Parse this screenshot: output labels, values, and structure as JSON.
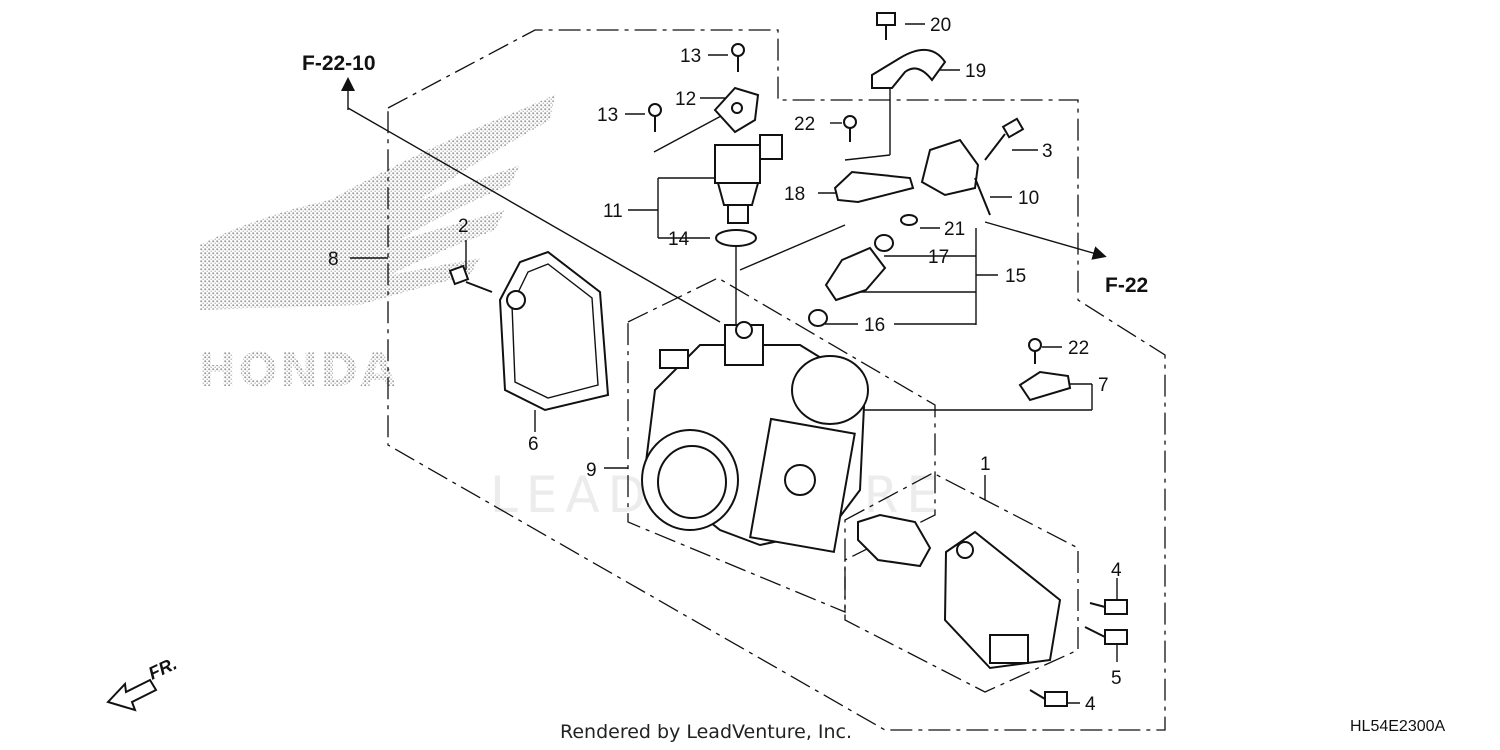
{
  "brand": {
    "logo_text": "HONDA",
    "watermark": "LEADVENTURE"
  },
  "refs": {
    "top_left": "F-22-10",
    "right": "F-22"
  },
  "callouts": {
    "c1": "1",
    "c2": "2",
    "c3": "3",
    "c4a": "4",
    "c4b": "4",
    "c5": "5",
    "c6": "6",
    "c7": "7",
    "c8": "8",
    "c9": "9",
    "c10": "10",
    "c11": "11",
    "c12": "12",
    "c13a": "13",
    "c13b": "13",
    "c14": "14",
    "c15": "15",
    "c16": "16",
    "c17": "17",
    "c18": "18",
    "c19": "19",
    "c20": "20",
    "c21": "21",
    "c22a": "22",
    "c22b": "22"
  },
  "front_label": "FR.",
  "footer": {
    "credit": "Rendered by LeadVenture, Inc.",
    "diagram_code": "HL54E2300A"
  }
}
